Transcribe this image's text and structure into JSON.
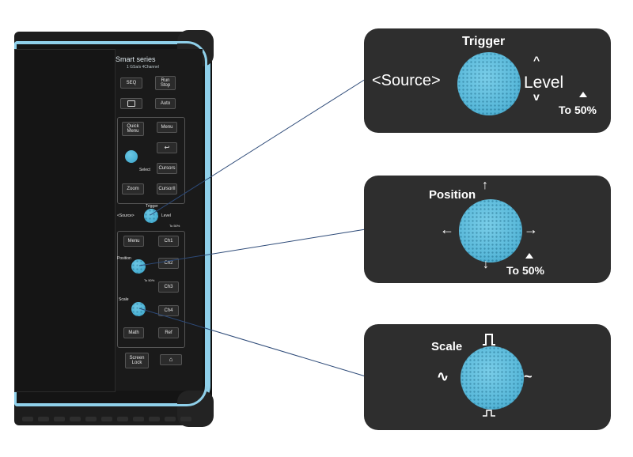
{
  "device": {
    "brand": "Smart series",
    "brand_sub": "1 GSa/s 4Channel",
    "buttons": {
      "seq": "SEQ",
      "run_stop": "Run\nStop",
      "auto": "Auto",
      "quick_menu": "Quick\nMenu",
      "menu_top": "Menu",
      "select": "Select",
      "cursors": "Cursors",
      "zoom": "Zoom",
      "cursor_ii": "CursorII",
      "menu_ch": "Menu",
      "ch1": "Ch1",
      "ch2": "Ch2",
      "ch3": "Ch3",
      "ch4": "Ch4",
      "math": "Math",
      "ref": "Ref",
      "screen_lock": "Screen\nLock"
    },
    "trigger_labels": {
      "trigger": "Trigger",
      "source": "<Source>",
      "level": "Level",
      "to50": "To 50%"
    },
    "position_labels": {
      "position": "Position",
      "to50": "To 50%"
    },
    "scale_labels": {
      "scale": "Scale"
    }
  },
  "callouts": {
    "trigger": {
      "title": "Trigger",
      "source": "<Source>",
      "level": "Level",
      "to50": "To 50%"
    },
    "position": {
      "title": "Position",
      "to50": "To 50%"
    },
    "scale": {
      "title": "Scale"
    }
  },
  "colors": {
    "accent_blue": "#4fb4d6",
    "bezel_blue": "#8fd0ea",
    "callout_bg": "#2e2e2e"
  }
}
